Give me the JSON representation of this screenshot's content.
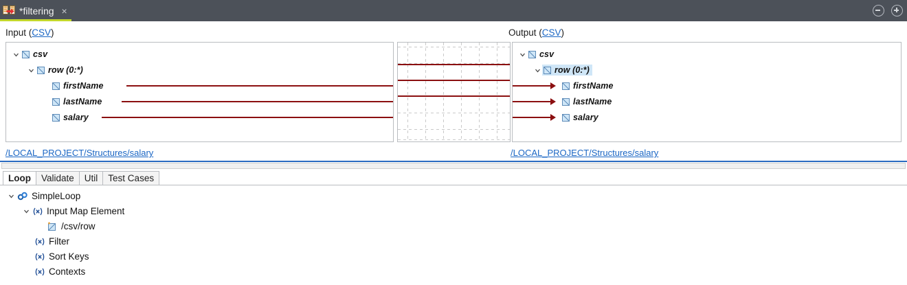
{
  "titlebar": {
    "tab_label": "*filtering",
    "tab_icon": "mapping-icon",
    "close_label": "×",
    "minimize_icon": "minimize-icon",
    "maximize_icon": "maximize-icon",
    "accent_color": "#c3d72c",
    "background_color": "#4c5159"
  },
  "mapping": {
    "input": {
      "label_prefix": "Input (",
      "label_link": "CSV",
      "label_suffix": ")",
      "path": "/LOCAL_PROJECT/Structures/salary",
      "tree": [
        {
          "label": "csv",
          "depth": 0,
          "expanded": true,
          "selected": false,
          "icon": "element-icon"
        },
        {
          "label": "row (0:*)",
          "depth": 1,
          "expanded": true,
          "selected": false,
          "icon": "element-icon"
        },
        {
          "label": "firstName",
          "depth": 2,
          "expanded": null,
          "selected": false,
          "icon": "element-icon"
        },
        {
          "label": "lastName",
          "depth": 2,
          "expanded": null,
          "selected": false,
          "icon": "element-icon"
        },
        {
          "label": "salary",
          "depth": 2,
          "expanded": null,
          "selected": false,
          "icon": "element-icon"
        }
      ]
    },
    "output": {
      "label_prefix": "Output (",
      "label_link": "CSV",
      "label_suffix": ")",
      "path": "/LOCAL_PROJECT/Structures/salary",
      "tree": [
        {
          "label": "csv",
          "depth": 0,
          "expanded": true,
          "selected": false,
          "icon": "element-icon"
        },
        {
          "label": "row (0:*)",
          "depth": 1,
          "expanded": true,
          "selected": true,
          "icon": "element-icon"
        },
        {
          "label": "firstName",
          "depth": 2,
          "expanded": null,
          "selected": false,
          "icon": "element-icon"
        },
        {
          "label": "lastName",
          "depth": 2,
          "expanded": null,
          "selected": false,
          "icon": "element-icon"
        },
        {
          "label": "salary",
          "depth": 2,
          "expanded": null,
          "selected": false,
          "icon": "element-icon"
        }
      ]
    },
    "connections": [
      {
        "from": "firstName",
        "to": "firstName"
      },
      {
        "from": "lastName",
        "to": "lastName"
      },
      {
        "from": "salary",
        "to": "salary"
      }
    ],
    "wire_color": "#8b0f10",
    "grid_name": "mapping-grid"
  },
  "bottom": {
    "tabs": [
      {
        "label": "Loop",
        "active": true
      },
      {
        "label": "Validate",
        "active": false
      },
      {
        "label": "Util",
        "active": false
      },
      {
        "label": "Test Cases",
        "active": false
      }
    ],
    "tree": [
      {
        "label": "SimpleLoop",
        "depth": 0,
        "expanded": true,
        "icon": "chain-icon"
      },
      {
        "label": "Input Map Element",
        "depth": 1,
        "expanded": true,
        "icon": "variable-icon"
      },
      {
        "label": "/csv/row",
        "depth": 2,
        "expanded": null,
        "icon": "element-ref-icon"
      },
      {
        "label": "Filter",
        "depth": 1,
        "expanded": null,
        "icon": "variable-icon"
      },
      {
        "label": "Sort Keys",
        "depth": 1,
        "expanded": null,
        "icon": "variable-icon"
      },
      {
        "label": "Contexts",
        "depth": 1,
        "expanded": null,
        "icon": "variable-icon"
      }
    ]
  }
}
